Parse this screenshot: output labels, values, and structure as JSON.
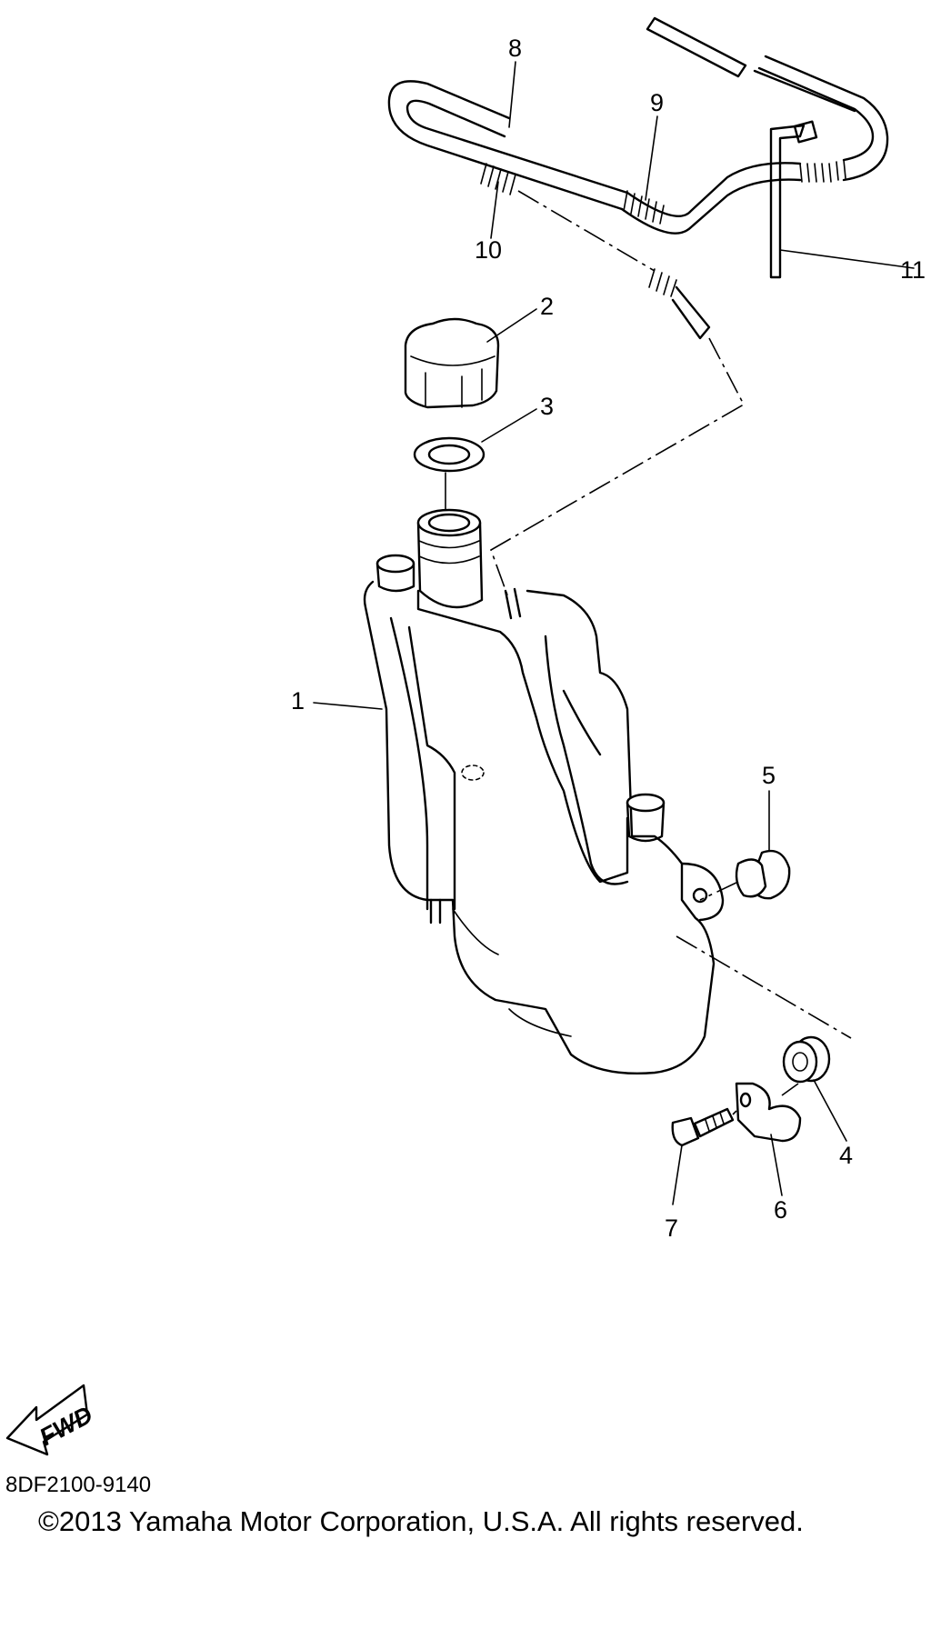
{
  "diagram": {
    "callouts": [
      "1",
      "2",
      "3",
      "4",
      "5",
      "6",
      "7",
      "8",
      "9",
      "10",
      "11"
    ],
    "fwd_label": "FWD"
  },
  "footer": {
    "code": "8DF2100-9140",
    "copyright": "©2013 Yamaha Motor Corporation, U.S.A. All rights reserved."
  }
}
